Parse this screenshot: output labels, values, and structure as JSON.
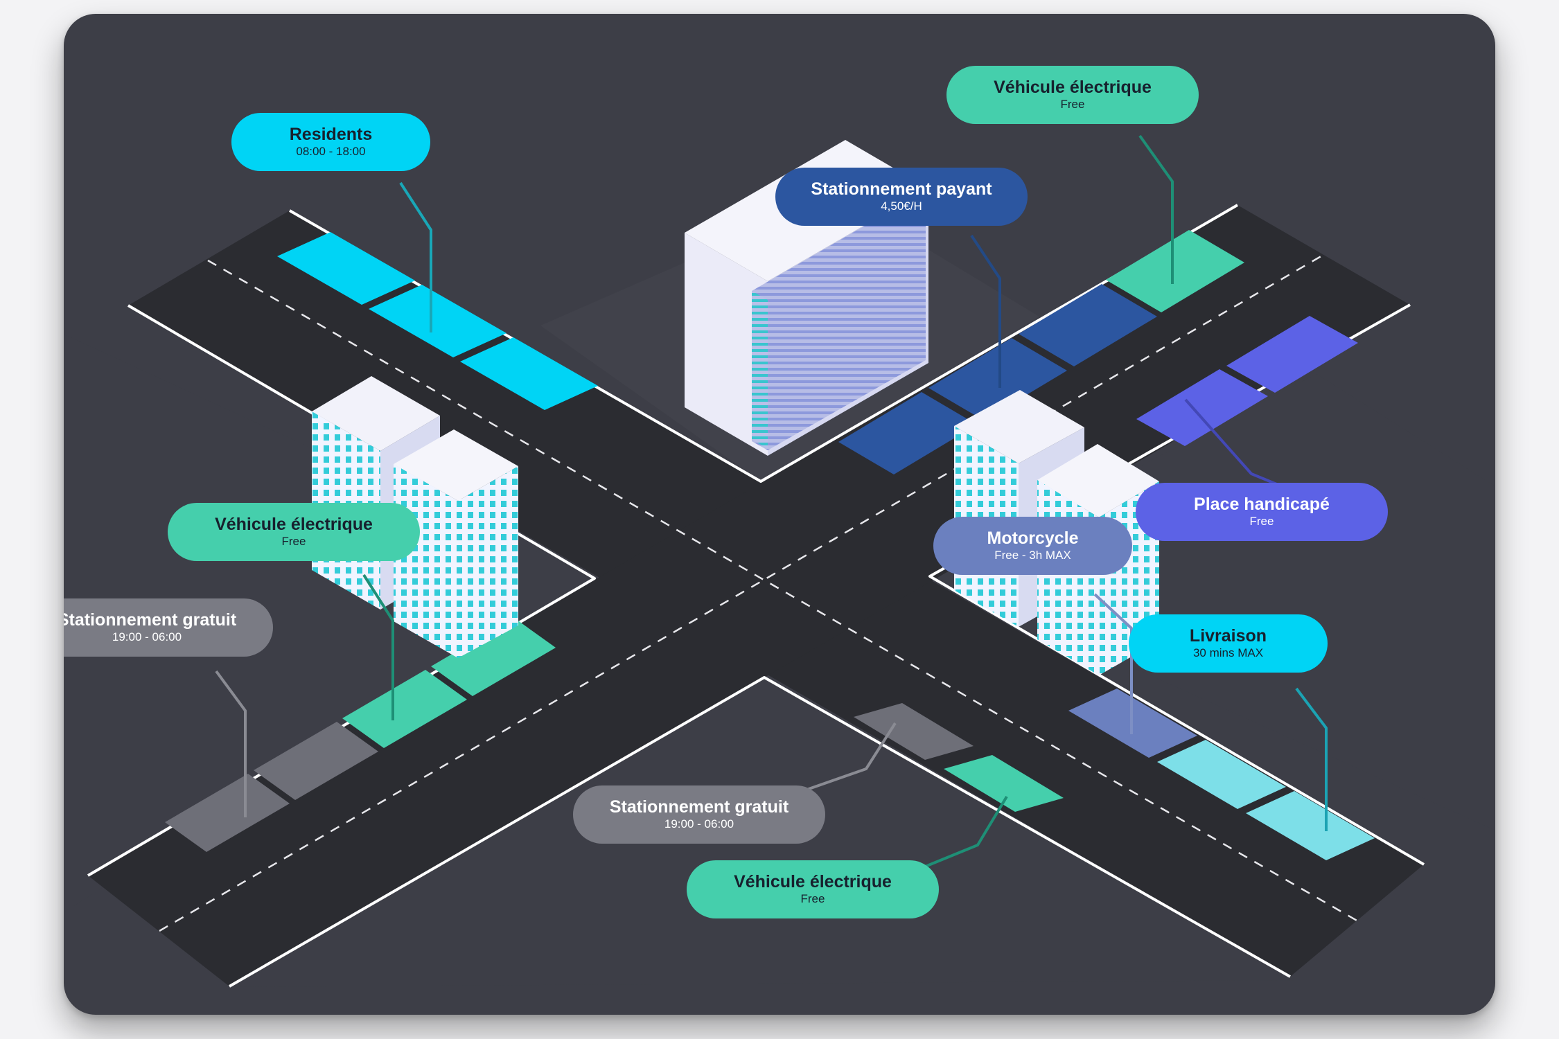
{
  "colors": {
    "background": "#f3f3f5",
    "card": "#3d3e47",
    "road": "#2b2c31",
    "road_edge": "#ffffff",
    "resident": "#00d4f5",
    "electric": "#45cfac",
    "paid": "#2c56a0",
    "handicap": "#5c62e6",
    "moto": "#6b80bf",
    "delivery": "#7ddfe8",
    "free_gray": "#6e6f78"
  },
  "labels": {
    "residents": {
      "title": "Residents",
      "sub": "08:00 - 18:00",
      "color": "#00d4f5"
    },
    "ev_top": {
      "title": "Véhicule électrique",
      "sub": "Free",
      "color": "#45cfac"
    },
    "paid": {
      "title": "Stationnement payant",
      "sub": "4,50€/H",
      "color": "#2c56a0"
    },
    "handicap": {
      "title": "Place handicapé",
      "sub": "Free",
      "color": "#5c62e6"
    },
    "ev_left": {
      "title": "Véhicule électrique",
      "sub": "Free",
      "color": "#45cfac"
    },
    "moto": {
      "title": "Motorcycle",
      "sub": "Free - 3h MAX",
      "color": "#6b80bf"
    },
    "free_left": {
      "title": "Stationnement gratuit",
      "sub": "19:00 - 06:00",
      "color": "#7a7b84"
    },
    "delivery": {
      "title": "Livraison",
      "sub": "30 mins MAX",
      "color": "#00d4f5"
    },
    "free_bottom": {
      "title": "Stationnement gratuit",
      "sub": "19:00 - 06:00",
      "color": "#7a7b84"
    },
    "ev_bottom": {
      "title": "Véhicule électrique",
      "sub": "Free",
      "color": "#45cfac"
    }
  }
}
